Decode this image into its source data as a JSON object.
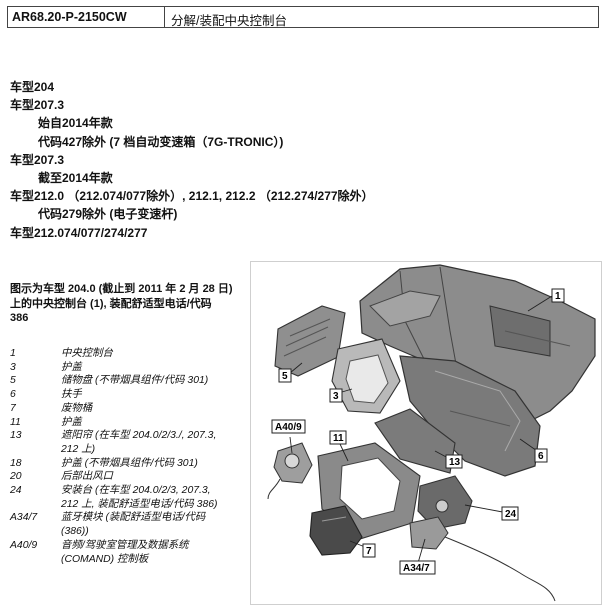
{
  "header": {
    "code": "AR68.20-P-2150CW",
    "title": "分解/装配中央控制台"
  },
  "applicability": [
    {
      "text": "车型204",
      "indent": false
    },
    {
      "text": "车型207.3",
      "indent": false
    },
    {
      "text": "始自2014年款",
      "indent": true
    },
    {
      "text": "代码427除外 (7 档自动变速箱（7G-TRONIC）)",
      "indent": true
    },
    {
      "text": "车型207.3",
      "indent": false
    },
    {
      "text": "截至2014年款",
      "indent": true
    },
    {
      "text": "车型212.0 （212.074/077除外）, 212.1, 212.2 （212.274/277除外）",
      "indent": false
    },
    {
      "text": "代码279除外 (电子变速杆)",
      "indent": true
    },
    {
      "text": "车型212.074/077/274/277",
      "indent": false
    }
  ],
  "caption": [
    "图示为车型 204.0 (截止到 2011 年 2 月 28 日)",
    "上的中央控制台 (1), 装配舒适型电话/代码",
    "386"
  ],
  "legend": [
    {
      "num": "1",
      "lines": [
        "中央控制台"
      ]
    },
    {
      "num": "3",
      "lines": [
        "护盖"
      ]
    },
    {
      "num": "5",
      "lines": [
        "储物盘 (不带烟具组件/代码 301)"
      ]
    },
    {
      "num": "6",
      "lines": [
        "扶手"
      ]
    },
    {
      "num": "7",
      "lines": [
        "废物桶"
      ]
    },
    {
      "num": "11",
      "lines": [
        "护盖"
      ]
    },
    {
      "num": "13",
      "lines": [
        "遮阳帘 (在车型 204.0/2/3./, 207.3,",
        "212 上)"
      ]
    },
    {
      "num": "18",
      "lines": [
        "护盖 (不带烟具组件/代码 301)"
      ]
    },
    {
      "num": "20",
      "lines": [
        "后部出风口"
      ]
    },
    {
      "num": "24",
      "lines": [
        "安装台 (在车型 204.0/2/3, 207.3,",
        "212 上, 装配舒适型电话/代码 386)"
      ]
    },
    {
      "num": "A34/7",
      "lines": [
        "蓝牙模块 (装配舒适型电话/代码",
        "(386))"
      ]
    },
    {
      "num": "A40/9",
      "lines": [
        "音频/驾驶室管理及数据系统",
        "(COMAND) 控制板"
      ]
    }
  ],
  "figure_callouts": [
    "1",
    "5",
    "3",
    "6",
    "A40/9",
    "11",
    "13",
    "24",
    "7",
    "A34/7"
  ]
}
